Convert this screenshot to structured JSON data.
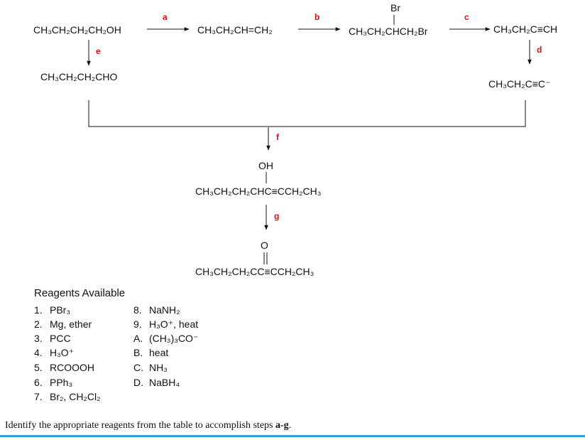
{
  "structures": {
    "butanol": "CH₃CH₂CH₂CH₂OH",
    "butene": "CH₃CH₂CH=CH₂",
    "bromobutane_br": "Br",
    "bromobutane": "CH₃CH₂CHCH₂Br",
    "butyne": "CH₃CH₂C≡CH",
    "butanal": "CH₃CH₂CH₂CHO",
    "acetylide": "CH₃CH₂C≡C⁻",
    "alcohol_oh": "OH",
    "alcohol": "CH₃CH₂CH₂CHC≡CCH₂CH₃",
    "ketone_o": "O",
    "ketone": "CH₃CH₂CH₂CC≡CCH₂CH₃"
  },
  "step_labels": {
    "a": "a",
    "b": "b",
    "c": "c",
    "d": "d",
    "e": "e",
    "f": "f",
    "g": "g"
  },
  "reagents": {
    "title": "Reagents Available",
    "left": [
      {
        "num": "1.",
        "text": "PBr₃"
      },
      {
        "num": "2.",
        "text": "Mg, ether"
      },
      {
        "num": "3.",
        "text": "PCC"
      },
      {
        "num": "4.",
        "text": "H₃O⁺"
      },
      {
        "num": "5.",
        "text": "RCOOOH"
      },
      {
        "num": "6.",
        "text": "PPh₃"
      },
      {
        "num": "7.",
        "text": "Br₂, CH₂Cl₂"
      }
    ],
    "right": [
      {
        "num": "8.",
        "text": "NaNH₂"
      },
      {
        "num": "9.",
        "text": "H₃O⁺, heat"
      },
      {
        "num": "A.",
        "text": "(CH₃)₃CO⁻"
      },
      {
        "num": "B.",
        "text": "heat"
      },
      {
        "num": "C.",
        "text": "NH₃"
      },
      {
        "num": "D.",
        "text": "NaBH₄"
      }
    ]
  },
  "question": {
    "prefix": "Identify the appropriate reagents from the table to accomplish steps ",
    "emphasis": "a-g",
    "suffix": "."
  },
  "colors": {
    "label": "#cc1111",
    "bar": "#2f9fd6"
  }
}
